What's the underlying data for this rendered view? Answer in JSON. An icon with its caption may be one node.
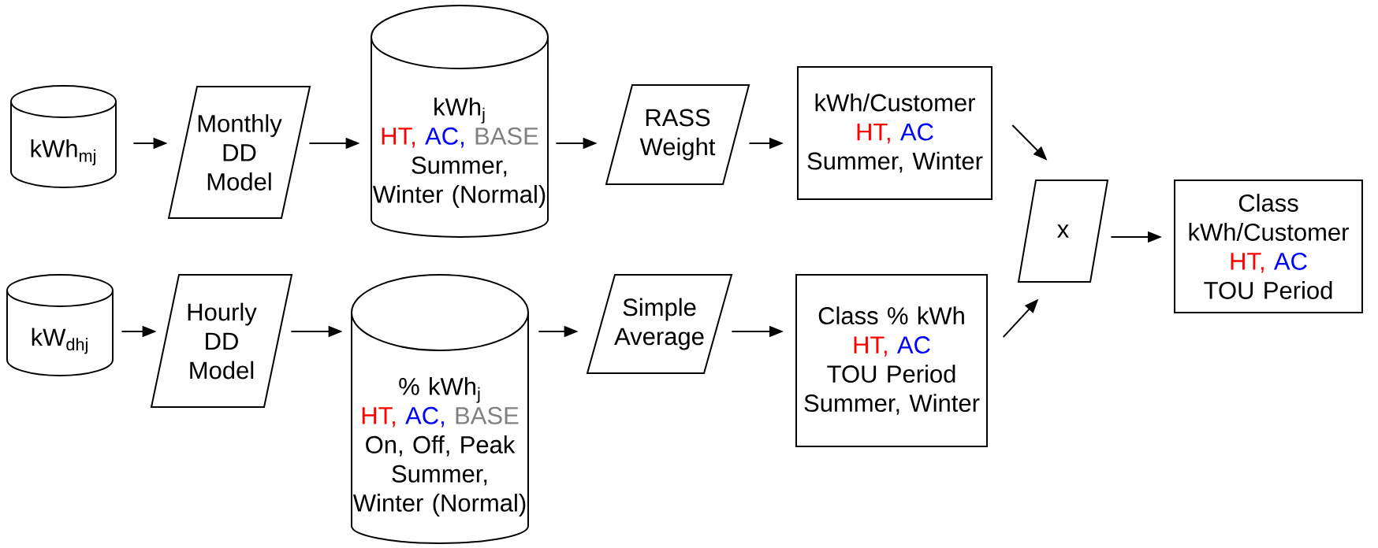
{
  "diagram": {
    "nodes": [
      {
        "text": [
          "kWh$_{mj}$"
        ]
      },
      {
        "text": [
          "Monthly DD Model"
        ]
      },
      {
        "text": [
          "kWh$_{j}$",
          "HT,",
          "AC,",
          "BASE",
          "Summer, Winter (Normal)"
        ]
      },
      {
        "text": [
          "RASS Weight"
        ]
      },
      {
        "text": [
          "kWh/Customer",
          "HT,",
          "AC",
          "Summer, Winter"
        ]
      },
      {
        "text": [
          "kW$_{dhj}$"
        ]
      },
      {
        "text": [
          "Hourly DD Model"
        ]
      },
      {
        "text": [
          "% kWh$_{j}$",
          "HT,",
          "AC,",
          "BASE",
          "On, Off, Peak",
          "Summer, Winter (Normal)"
        ]
      },
      {
        "text": [
          "Simple Average"
        ]
      },
      {
        "text": [
          "Class % kWh",
          "HT,",
          "AC",
          "TOU Period",
          "Summer, Winter"
        ]
      },
      {
        "text": [
          "x"
        ]
      },
      {
        "text": [
          "Class kWh/Customer",
          "HT,",
          "AC",
          "TOU Period"
        ]
      }
    ],
    "edges": [
      {
        "from": 0,
        "to": 1,
        "arrow": "to"
      },
      {
        "from": 1,
        "to": 2,
        "arrow": "to"
      },
      {
        "from": 2,
        "to": 3,
        "arrow": "to"
      },
      {
        "from": 3,
        "to": 4,
        "arrow": "to"
      },
      {
        "from": 4,
        "to": 10,
        "arrow": "to"
      },
      {
        "from": 5,
        "to": 6,
        "arrow": "to"
      },
      {
        "from": 6,
        "to": 7,
        "arrow": "to"
      },
      {
        "from": 7,
        "to": 8,
        "arrow": "to"
      },
      {
        "from": 8,
        "to": 9,
        "arrow": "to"
      },
      {
        "from": 9,
        "to": 10,
        "arrow": "to"
      },
      {
        "from": 10,
        "to": 11,
        "arrow": "to"
      }
    ]
  }
}
